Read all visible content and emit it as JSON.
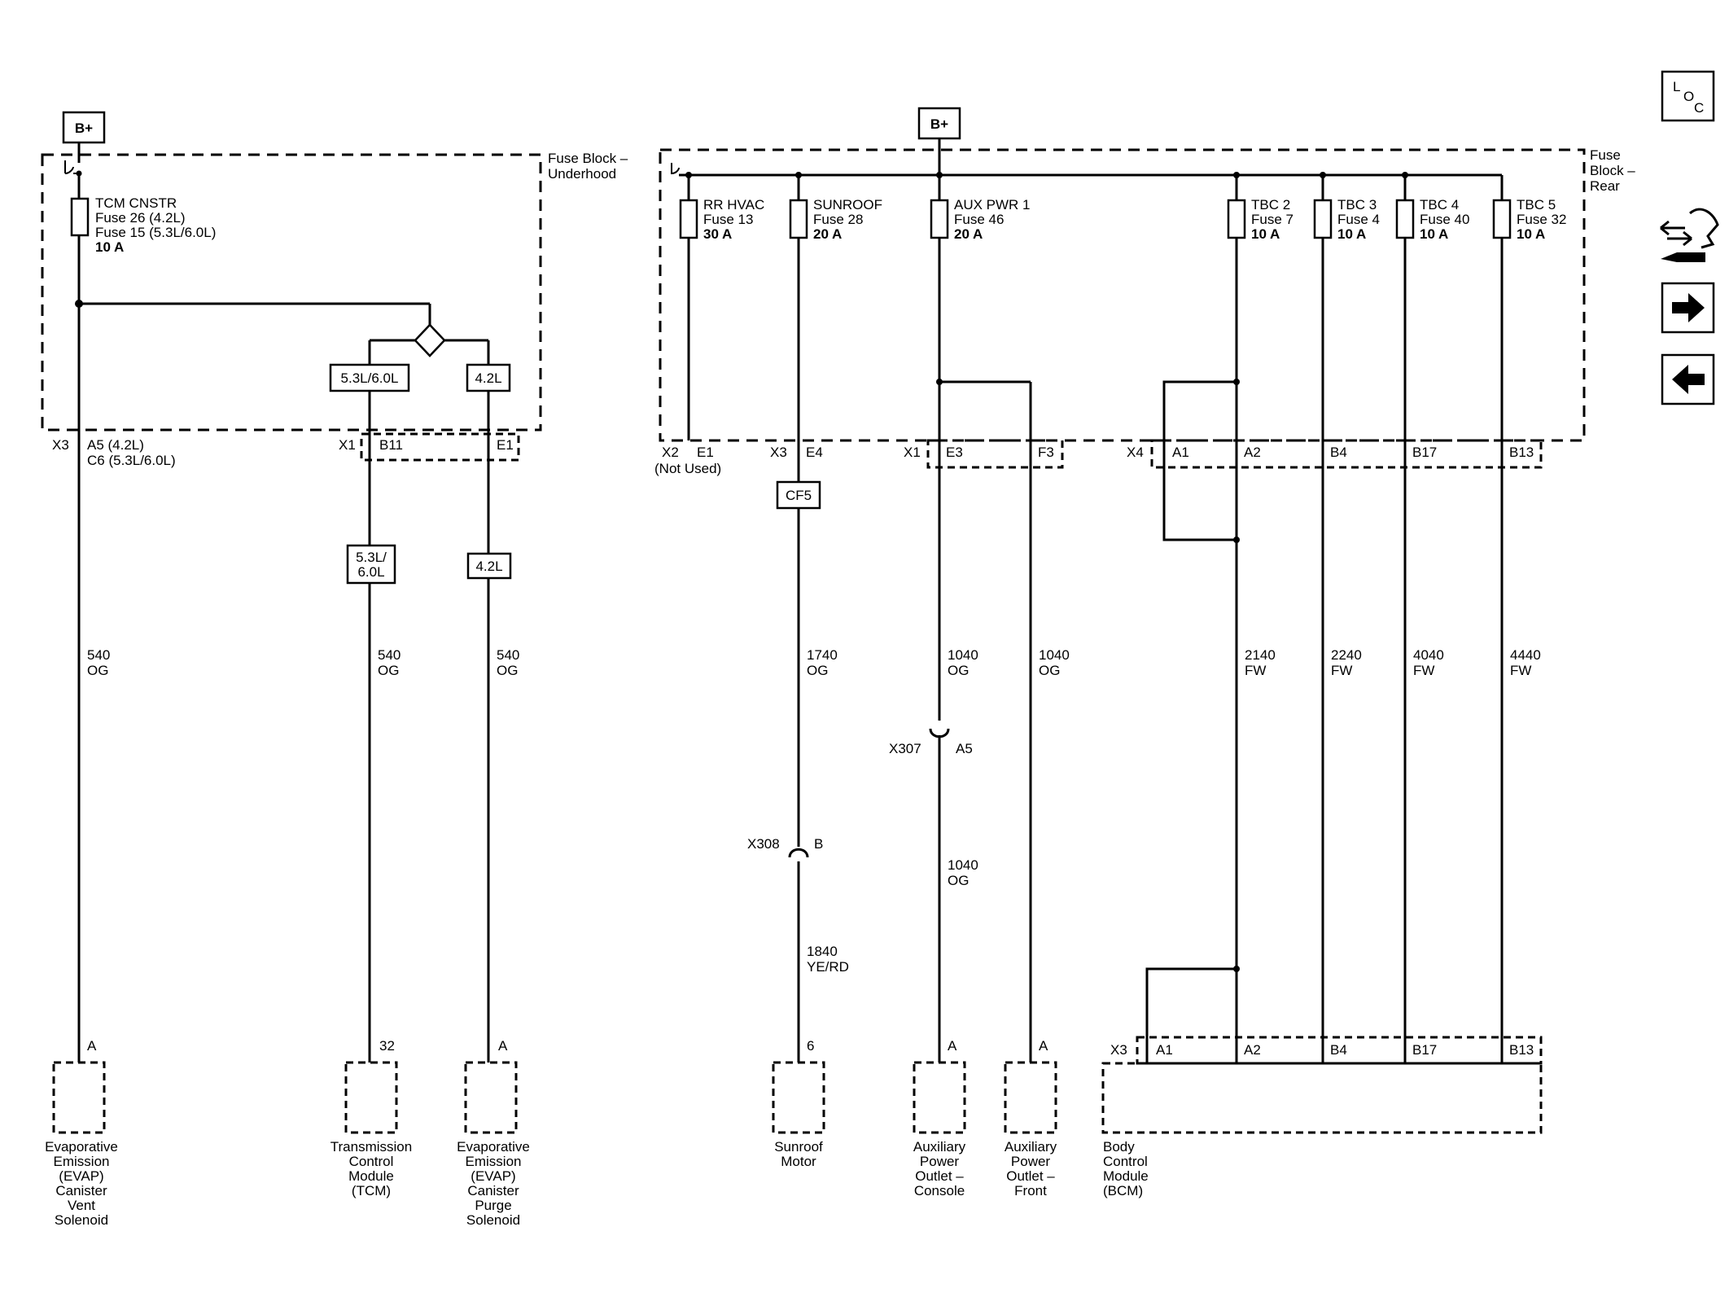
{
  "power": {
    "b_plus": "B+"
  },
  "left": {
    "fuse_block": [
      "Fuse Block –",
      "Underhood"
    ],
    "fuse": [
      "TCM CNSTR",
      "Fuse 26 (4.2L)",
      "Fuse 15 (5.3L/6.0L)",
      "10 A"
    ],
    "option_53": "5.3L/6.0L",
    "option_42": "4.2L",
    "conn_x3": "X3",
    "conn_x3_pins": [
      "A5 (4.2L)",
      "C6 (5.3L/6.0L)"
    ],
    "conn_x1": "X1",
    "pin_b11": "B11",
    "pin_e1": "E1",
    "tag_53": [
      "5.3L/",
      "6.0L"
    ],
    "tag_42": "4.2L",
    "wire": [
      "540",
      "OG"
    ],
    "pin_a": "A",
    "pin_32": "32",
    "comp_vent": [
      "Evaporative",
      "Emission",
      "(EVAP)",
      "Canister",
      "Vent",
      "Solenoid"
    ],
    "comp_tcm": [
      "Transmission",
      "Control",
      "Module",
      "(TCM)"
    ],
    "comp_purge": [
      "Evaporative",
      "Emission",
      "(EVAP)",
      "Canister",
      "Purge",
      "Solenoid"
    ]
  },
  "right": {
    "fuse_block": [
      "Fuse",
      "Block –",
      "Rear"
    ],
    "fuses": [
      [
        "RR HVAC",
        "Fuse 13",
        "30 A"
      ],
      [
        "SUNROOF",
        "Fuse 28",
        "20 A"
      ],
      [
        "AUX PWR 1",
        "Fuse 46",
        "20 A"
      ],
      [
        "TBC 2",
        "Fuse 7",
        "10 A"
      ],
      [
        "TBC 3",
        "Fuse 4",
        "10 A"
      ],
      [
        "TBC 4",
        "Fuse 40",
        "10 A"
      ],
      [
        "TBC 5",
        "Fuse 32",
        "10 A"
      ]
    ],
    "conn_x2": "X2",
    "pin_e1": "E1",
    "not_used": "(Not Used)",
    "conn_x3": "X3",
    "pin_e4": "E4",
    "conn_x1": "X1",
    "pin_e3": "E3",
    "pin_f3": "F3",
    "conn_x4": "X4",
    "pins_x4": [
      "A1",
      "A2",
      "B4",
      "B17",
      "B13"
    ],
    "cf5": "CF5",
    "wire_1740": [
      "1740",
      "OG"
    ],
    "wire_1040": [
      "1040",
      "OG"
    ],
    "wire_1840": [
      "1840",
      "YE/RD"
    ],
    "wire_2140": [
      "2140",
      "FW"
    ],
    "wire_2240": [
      "2240",
      "FW"
    ],
    "wire_4040": [
      "4040",
      "FW"
    ],
    "wire_4440": [
      "4440",
      "FW"
    ],
    "x307": "X307",
    "x307_pin": "A5",
    "x308": "X308",
    "x308_pin": "B",
    "pin_6": "6",
    "pin_a": "A",
    "bcm_conn": "X3",
    "bcm_pins": [
      "A1",
      "A2",
      "B4",
      "B17",
      "B13"
    ],
    "comp_sunroof": [
      "Sunroof",
      "Motor"
    ],
    "comp_aux_console": [
      "Auxiliary",
      "Power",
      "Outlet –",
      "Console"
    ],
    "comp_aux_front": [
      "Auxiliary",
      "Power",
      "Outlet –",
      "Front"
    ],
    "comp_bcm": [
      "Body",
      "Control",
      "Module",
      "(BCM)"
    ]
  },
  "nav": {
    "loc": [
      "L",
      "O",
      "C"
    ],
    "icons": [
      "connector-view-icon",
      "arrow-right-icon",
      "arrow-left-icon"
    ]
  }
}
